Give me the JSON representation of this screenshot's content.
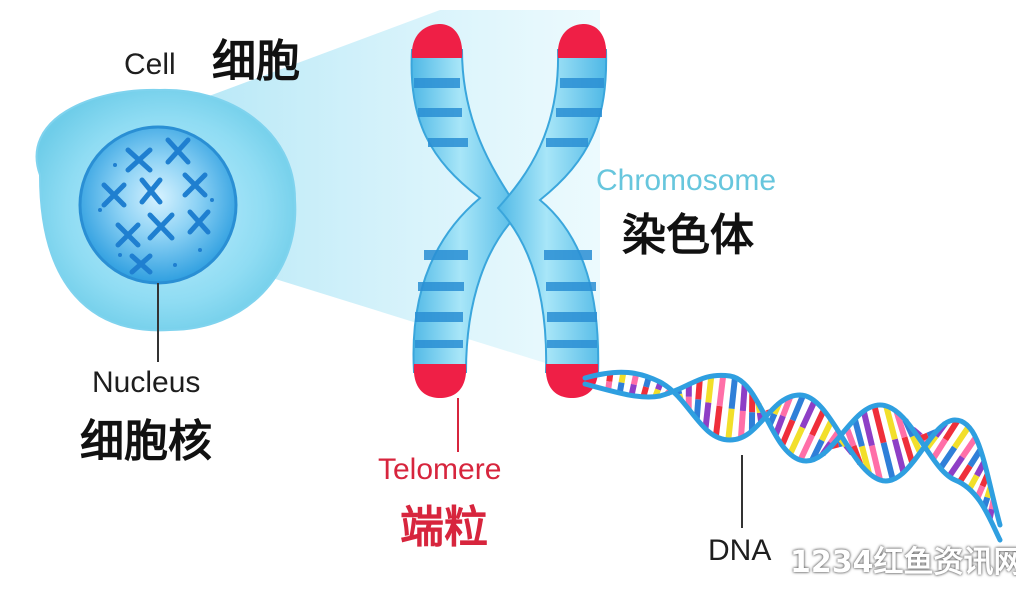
{
  "labels": {
    "cell_en": "Cell",
    "cell_zh": "细胞",
    "chromosome_en": "Chromosome",
    "chromosome_zh": "染色体",
    "nucleus_en": "Nucleus",
    "nucleus_zh": "细胞核",
    "telomere_en": "Telomere",
    "telomere_zh": "端粒",
    "dna_en": "DNA"
  },
  "watermark": "1234红鱼资讯网",
  "colors": {
    "cell_fill": "#8fdcf3",
    "nucleus_fill": "#2f9fe0",
    "chromosome_light": "#6dd0ef",
    "chromosome_band": "#2a8fd4",
    "telomere": "#ef1f46",
    "telomere_text": "#d7253d",
    "chromosome_text": "#67c6dd",
    "dna_backbone": "#2f9fe0",
    "base_pair_colors": [
      "#2f7fd8",
      "#8e3fc6",
      "#ef2f3a",
      "#f2df2a",
      "#ff6fa8"
    ]
  }
}
